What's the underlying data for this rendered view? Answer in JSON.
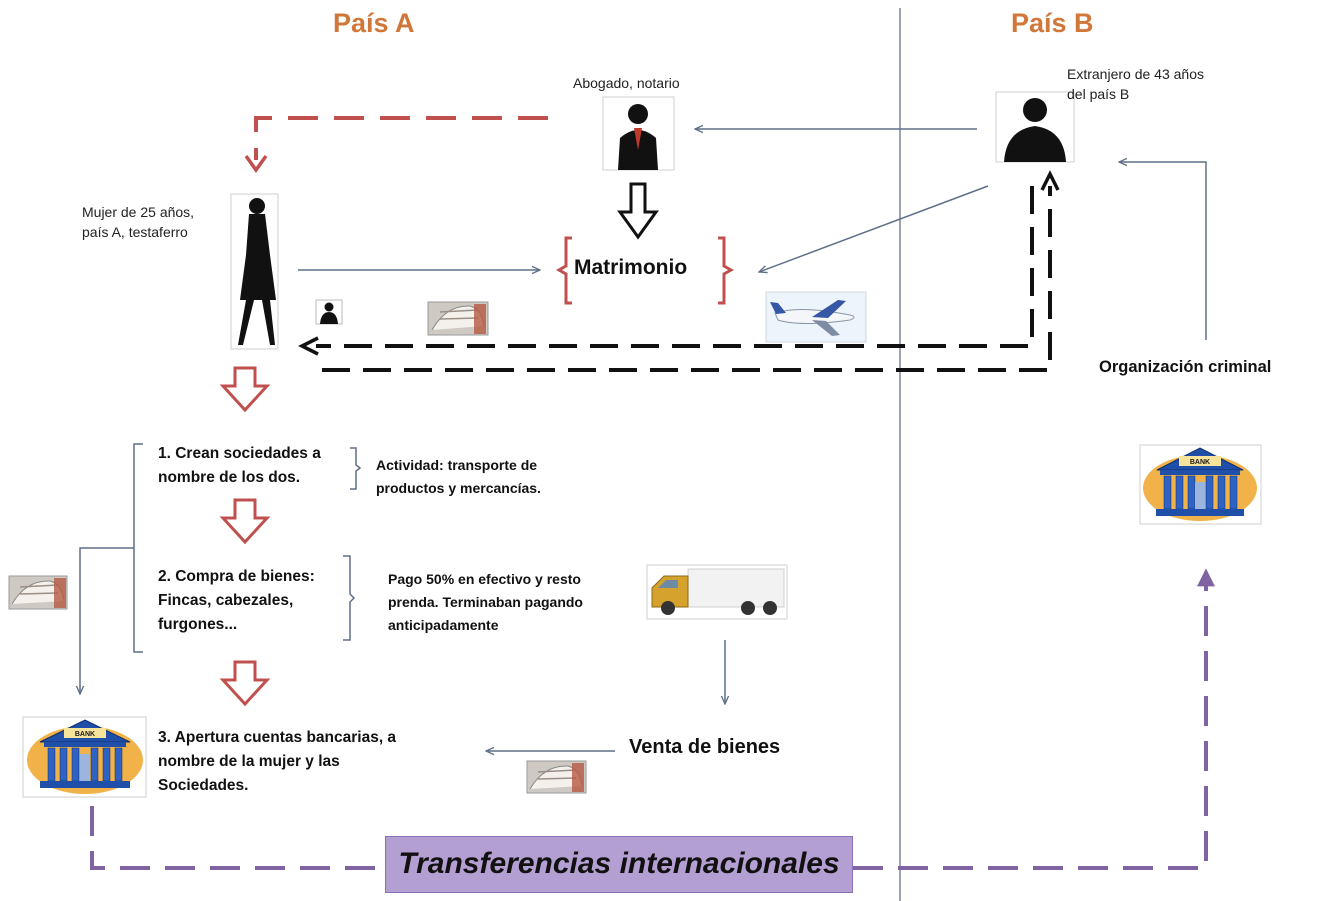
{
  "countries": {
    "a": "País A",
    "b": "País B"
  },
  "people": {
    "lawyer": "Abogado, notario",
    "foreigner": [
      "Extranjero de 43 años",
      "del país B"
    ],
    "woman": [
      "Mujer de 25 años,",
      "país A, testaferro"
    ]
  },
  "marriage": "Matrimonio",
  "steps": {
    "step1": [
      "1. Crean sociedades a",
      "nombre de los dos."
    ],
    "step1_activity": [
      "Actividad: transporte de",
      "productos y mercancías."
    ],
    "step2": [
      "2. Compra de bienes:",
      "Fincas, cabezales,",
      "furgones..."
    ],
    "step2_payment": [
      "Pago 50% en efectivo y resto",
      "prenda. Terminaban pagando",
      "anticipadamente"
    ],
    "step3": [
      "3. Apertura cuentas bancarias, a",
      "nombre de la mujer y las",
      "Sociedades."
    ]
  },
  "sale": "Venta de bienes",
  "criminal_org": "Organización criminal",
  "transfers": "Transferencias internacionales",
  "bank_sign": "BANK",
  "colors": {
    "country_title": "#d2773a",
    "red_arrow": "#c0504d",
    "purple_dashes": "#8064a2",
    "transfer_box": "#b49fd3",
    "line_blue": "#5f6f88"
  },
  "icons": [
    "person-silhouette-icon",
    "woman-silhouette-icon",
    "airplane-icon",
    "truck-icon",
    "bank-icon",
    "money-icon",
    "passport-icon"
  ]
}
